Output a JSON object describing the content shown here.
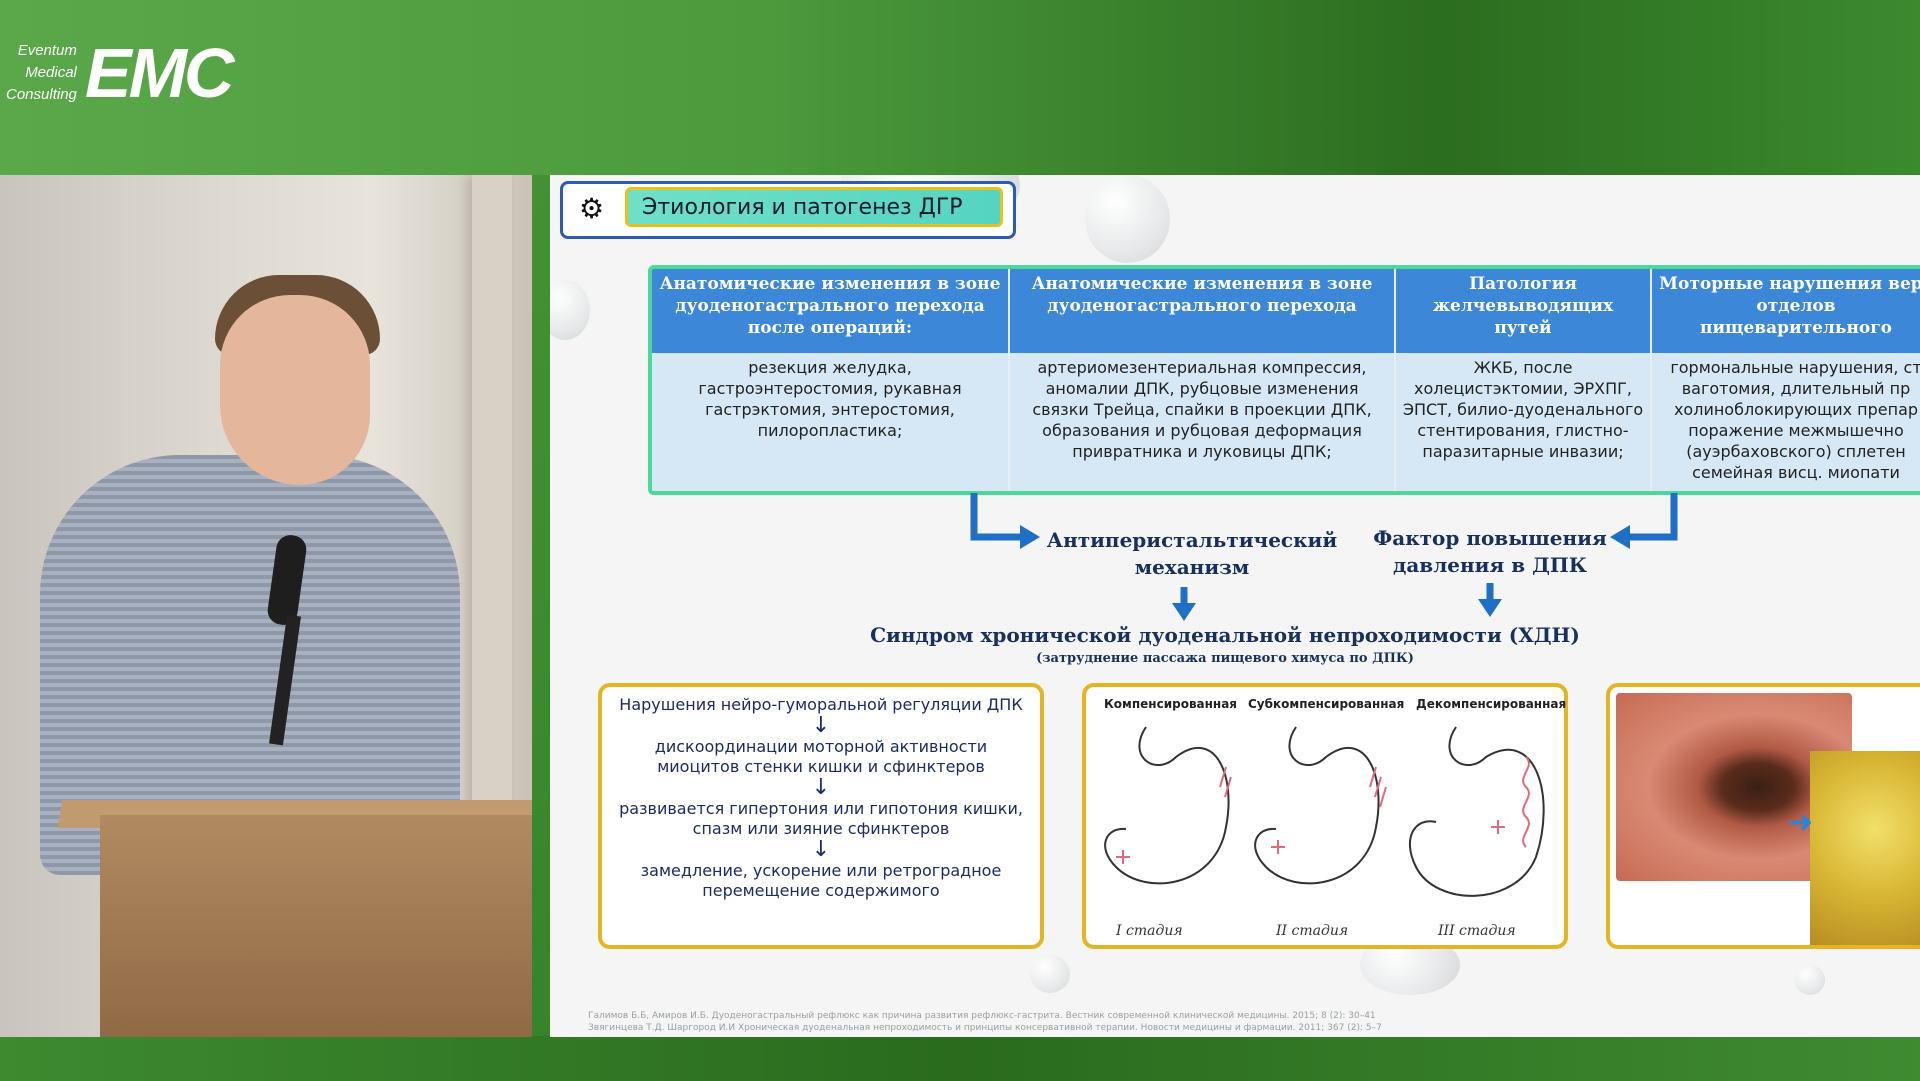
{
  "broadcast": {
    "logo_small_lines": [
      "Eventum",
      "Medical",
      "Consulting"
    ],
    "logo_big": "EMC"
  },
  "slide": {
    "title": "Этиология и патогенез ДГР",
    "table": {
      "headers": [
        "Анатомические изменения в зоне дуоденогастрального перехода после операций:",
        "Анатомические изменения в зоне дуоденогастрального перехода",
        "Патология желчевыводящих путей",
        "Моторные нарушения верх отделов пищеварительного"
      ],
      "cells": [
        "резекция желудка, гастроэнтеростомия, рукавная гастрэктомия, энтеростомия, пилоропластика;",
        "артериомезентериальная компрессия, аномалии ДПК, рубцовые изменения связки Трейца, спайки в проекции ДПК, образования и рубцовая деформация привратника и луковицы ДПК;",
        "ЖКБ, после холецистэктомии, ЭРХПГ, ЭПСТ, билио-дуоденального стентирования, глистно-паразитарные инвазии;",
        "гормональные нарушения, ст ваготомия, длительный пр холиноблокирующих препар поражение межмышечно (ауэрбаховского) сплетен семейная висц. миопати"
      ]
    },
    "mechanism_left": "Антиперистальтический механизм",
    "mechanism_right": "Фактор повышения давления в ДПК",
    "syndrome": "Синдром хронической дуоденальной непроходимости (ХДН)",
    "syndrome_sub": "(затруднение пассажа пищевого химуса  по ДПК)",
    "chain": [
      "Нарушения нейро-гуморальной регуляции ДПК",
      "дискоординации моторной активности миоцитов стенки кишки и сфинктеров",
      "развивается гипертония или гипотония кишки, спазм или зияние сфинктеров",
      "замедление, ускорение или ретроградное перемещение содержимого"
    ],
    "chain_arrow": "↓",
    "stages": [
      {
        "name": "Компенсированная",
        "label": "I стадия"
      },
      {
        "name": "Субкомпенсированная",
        "label": "II стадия"
      },
      {
        "name": "Декомпенсированная",
        "label": "III стадия"
      }
    ],
    "references": [
      "Галимов Б.Б, Амиров И.Б. Дуоденогастральный рефлюкс как причина развития рефлюкс-гастрита. Вестник современной клинической медицины. 2015; 8 (2): 30–41",
      "Звягинцева Т.Д. Шаргород И.И Хроническая дуоденальная непроходимость и принципы консервативной терапии. Новости медицины и фармации. 2011; 367 (2): 5–7"
    ]
  },
  "colors": {
    "accent_green": "#4cd89a",
    "table_header_blue": "#3d87d8",
    "box_border_gold": "#e4b423",
    "arrow_blue": "#1f6fc4"
  }
}
